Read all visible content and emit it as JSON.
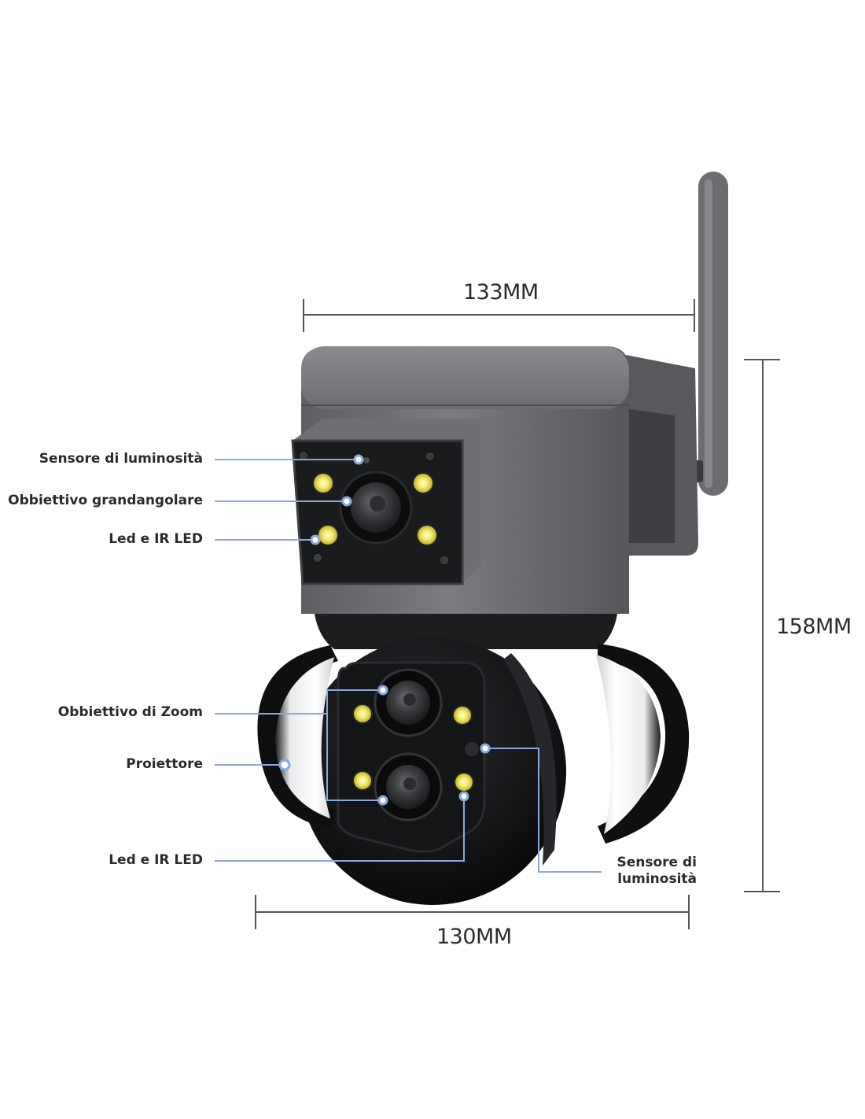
{
  "dimensions": {
    "width_label": "133MM",
    "height_label": "158MM",
    "base_width_label": "130MM"
  },
  "callouts": {
    "light_sensor_top": "Sensore di luminosità",
    "wide_angle_lens": "Obbiettivo grandangolare",
    "led_ir_top": "Led e IR LED",
    "zoom_lens": "Obbiettivo di Zoom",
    "projector": "Proiettore",
    "led_ir_bottom": "Led e IR LED",
    "light_sensor_bottom_line1": "Sensore di",
    "light_sensor_bottom_line2": "luminosità"
  },
  "colors": {
    "leader_line": "#8aa8e0",
    "dimension_line": "#555555",
    "housing_grey": "#6b6d70",
    "housing_dark": "#111214",
    "led_yellow": "#f2e85a"
  }
}
